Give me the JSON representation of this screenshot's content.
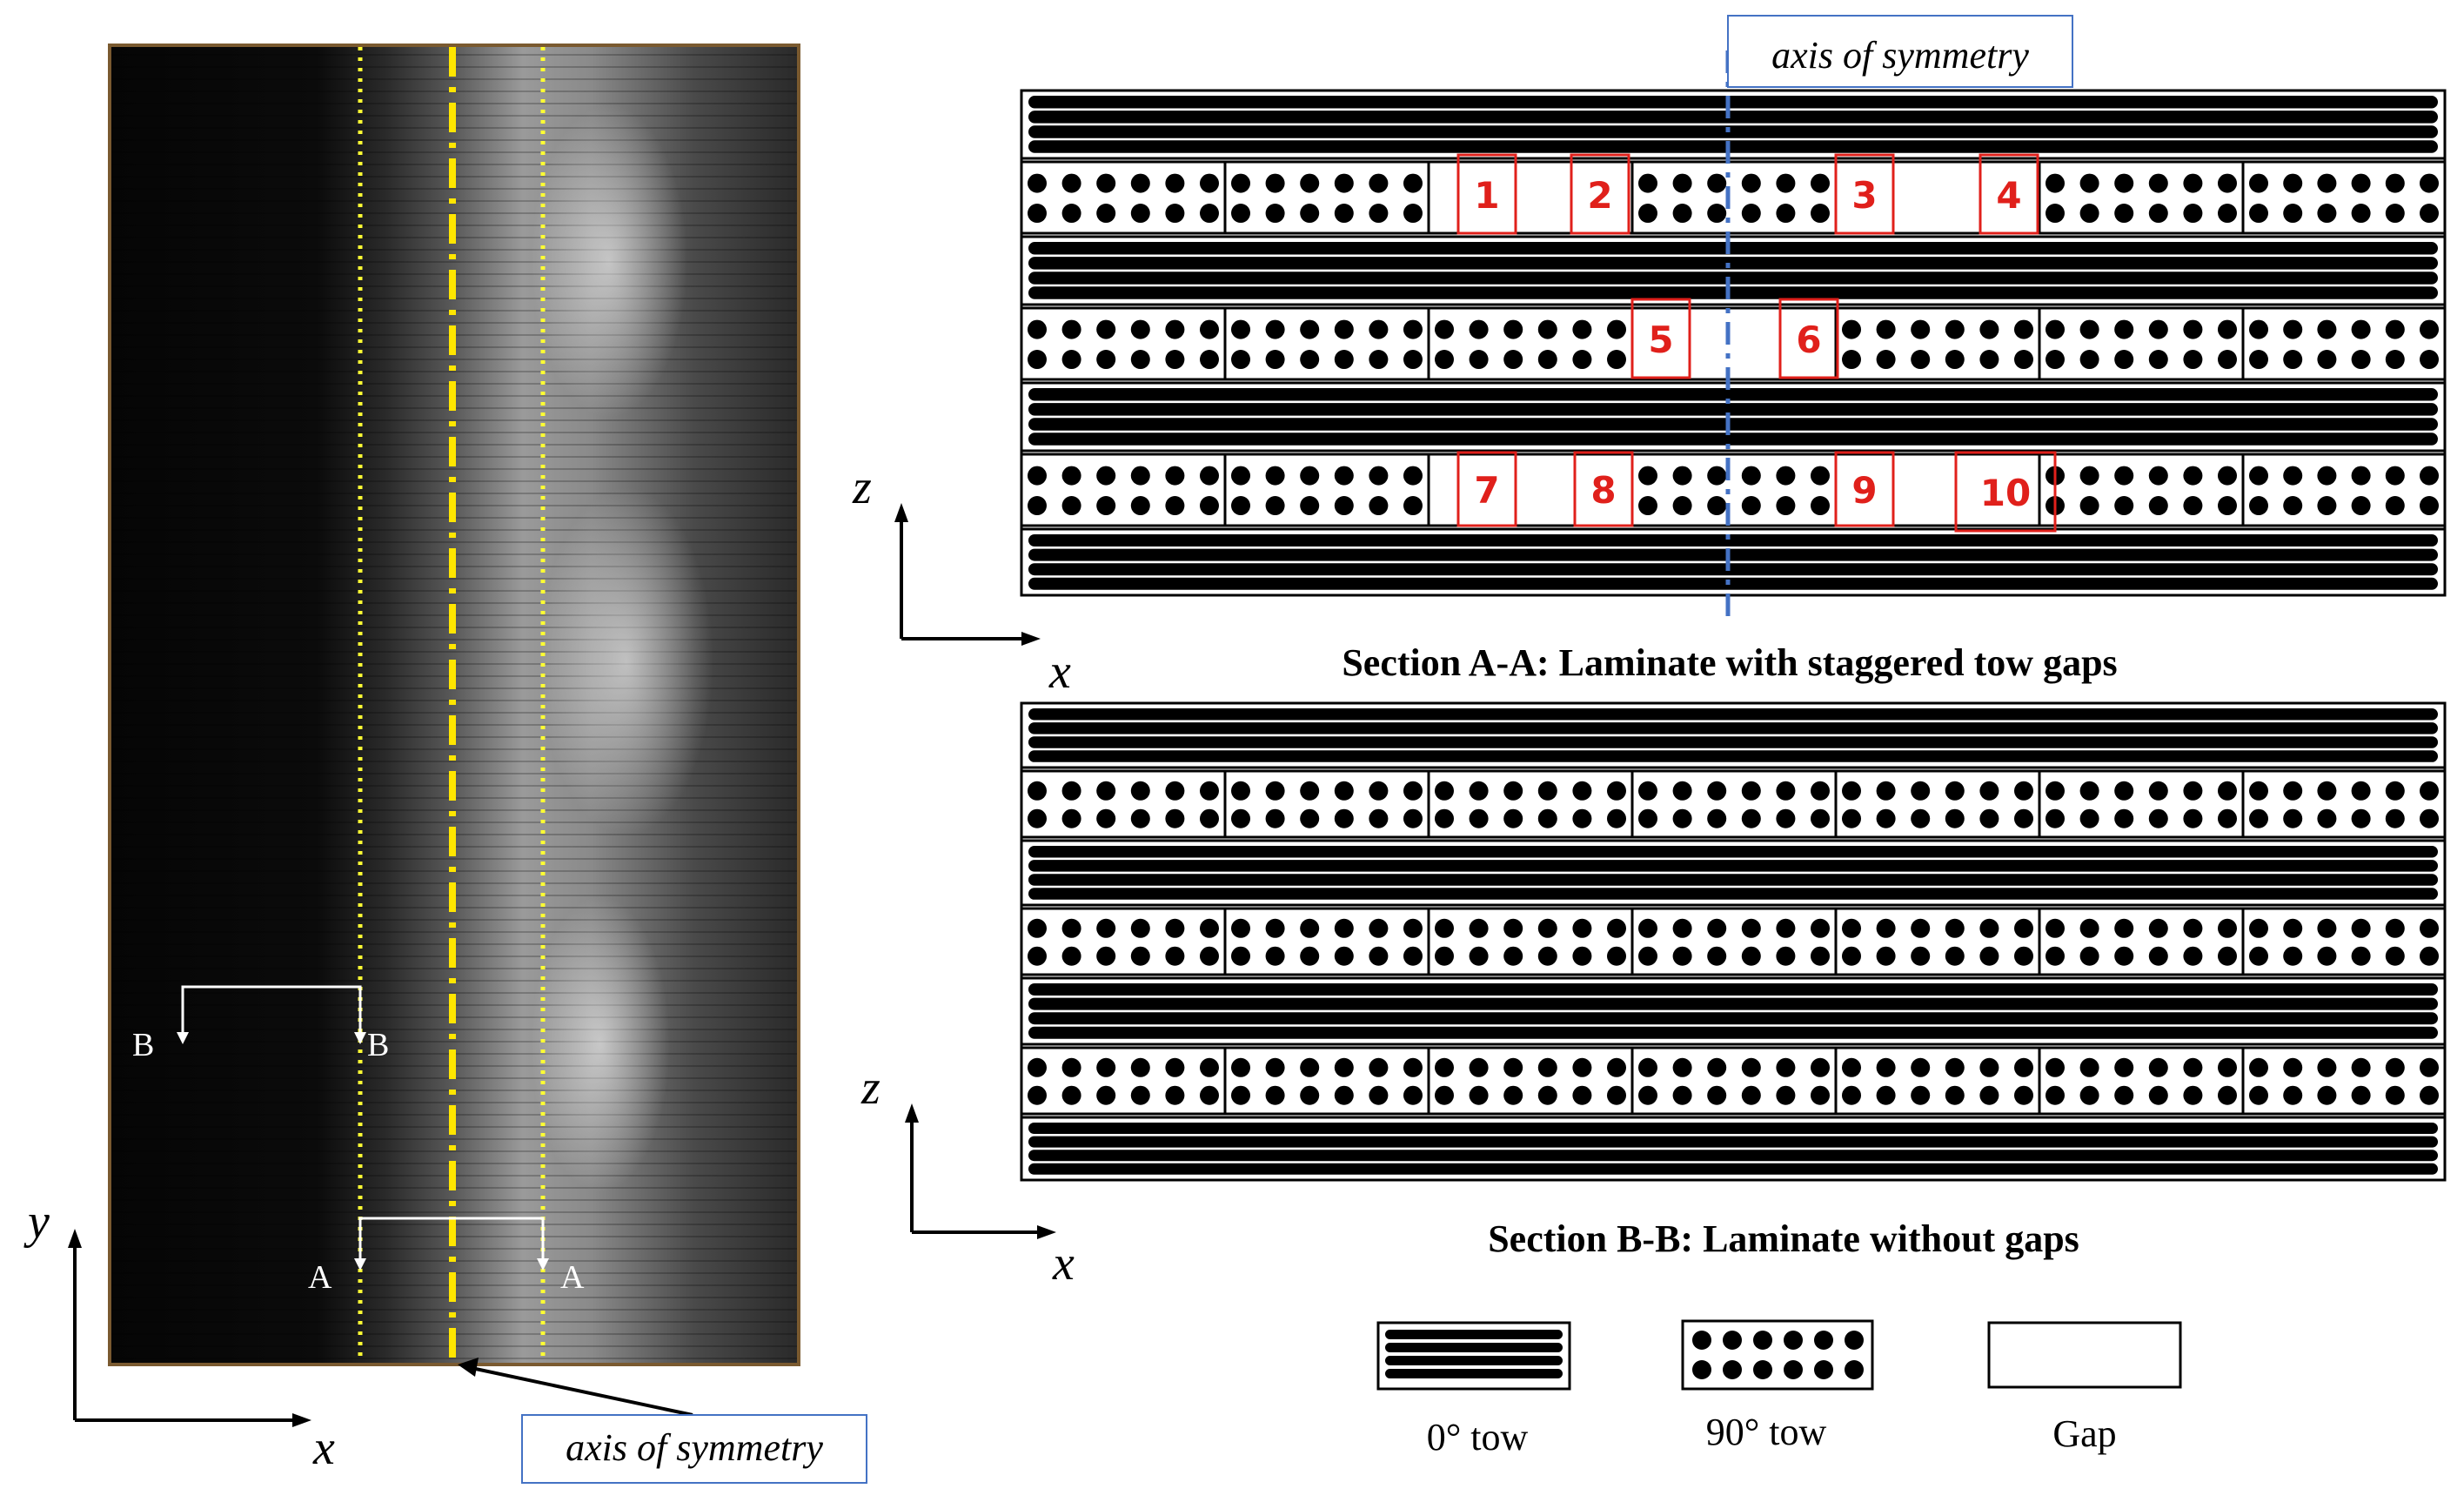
{
  "photo": {
    "section_b_left": "B",
    "section_b_right": "B",
    "section_a_left": "A",
    "section_a_right": "A",
    "axis_y": "y",
    "axis_x": "x",
    "symmetry_label": "axis of symmetry"
  },
  "section_aa": {
    "symmetry_label": "axis of symmetry",
    "caption": "Section A-A: Laminate with staggered tow gaps",
    "axis_z": "z",
    "axis_x": "x",
    "gap_labels": [
      "1",
      "2",
      "3",
      "4",
      "5",
      "6",
      "7",
      "8",
      "9",
      "10"
    ]
  },
  "section_bb": {
    "caption": "Section B-B: Laminate without gaps",
    "axis_z": "z",
    "axis_x": "x"
  },
  "legend": {
    "zero_tow": "0° tow",
    "ninety_tow": "90° tow",
    "gap": "Gap"
  },
  "colors": {
    "symmetry_dash": "#ffe600",
    "guide_dot": "#ffff33",
    "symmetry_axis_blue": "#4472c4",
    "gap_label": "#e0201b",
    "fiber": "#000000"
  }
}
